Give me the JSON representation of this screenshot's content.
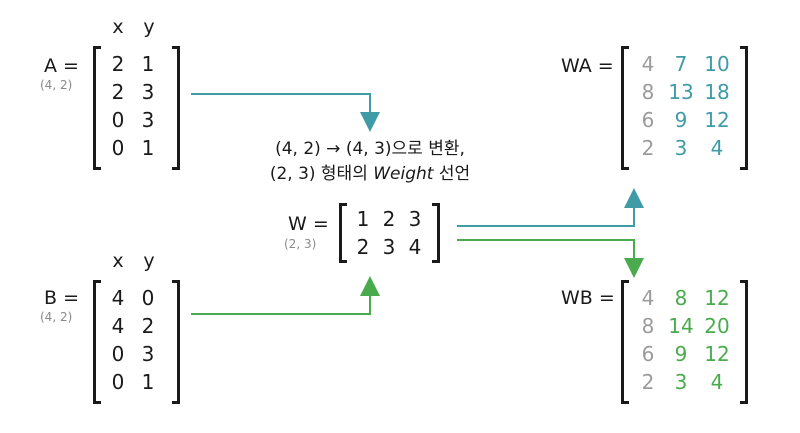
{
  "matrix_a": {
    "label": "A =",
    "shape": "(4, 2)",
    "headers": [
      "x",
      "y"
    ],
    "rows": [
      [
        "2",
        "1"
      ],
      [
        "2",
        "3"
      ],
      [
        "0",
        "3"
      ],
      [
        "0",
        "1"
      ]
    ]
  },
  "matrix_b": {
    "label": "B =",
    "shape": "(4, 2)",
    "headers": [
      "x",
      "y"
    ],
    "rows": [
      [
        "4",
        "0"
      ],
      [
        "4",
        "2"
      ],
      [
        "0",
        "3"
      ],
      [
        "0",
        "1"
      ]
    ]
  },
  "matrix_w": {
    "label": "W =",
    "shape": "(2, 3)",
    "rows": [
      [
        "1",
        "2",
        "3"
      ],
      [
        "2",
        "3",
        "4"
      ]
    ]
  },
  "matrix_wa": {
    "label": "WA =",
    "rows": [
      [
        "4",
        "7",
        "10"
      ],
      [
        "8",
        "13",
        "18"
      ],
      [
        "6",
        "9",
        "12"
      ],
      [
        "2",
        "3",
        "4"
      ]
    ]
  },
  "matrix_wb": {
    "label": "WB =",
    "rows": [
      [
        "4",
        "8",
        "12"
      ],
      [
        "8",
        "14",
        "20"
      ],
      [
        "6",
        "9",
        "12"
      ],
      [
        "2",
        "3",
        "4"
      ]
    ]
  },
  "description": {
    "line1": "(4, 2) → (4, 3)으로 변환,",
    "line2_pre": "(2, 3) 형태의 ",
    "line2_italic": "Weight",
    "line2_post": " 선언"
  },
  "colors": {
    "teal": "#3f9ba6",
    "green": "#4aab4e",
    "gray": "#9b9b9b",
    "black": "#1a1a1a"
  }
}
